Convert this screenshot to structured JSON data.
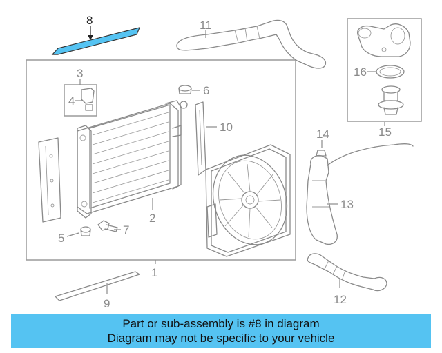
{
  "callouts": {
    "c1": "1",
    "c2": "2",
    "c3": "3",
    "c4": "4",
    "c5": "5",
    "c6": "6",
    "c7": "7",
    "c8": "8",
    "c9": "9",
    "c10": "10",
    "c11": "11",
    "c12": "12",
    "c13": "13",
    "c14": "14",
    "c15": "15",
    "c16": "16"
  },
  "highlight_part": "8",
  "colors": {
    "highlight": "#55c3f2",
    "line": "#8a8a8a",
    "banner": "#55c3f2"
  },
  "banner": {
    "line1": "Part or sub-assembly is #8 in diagram",
    "line2": "Diagram may not be specific to your vehicle"
  }
}
